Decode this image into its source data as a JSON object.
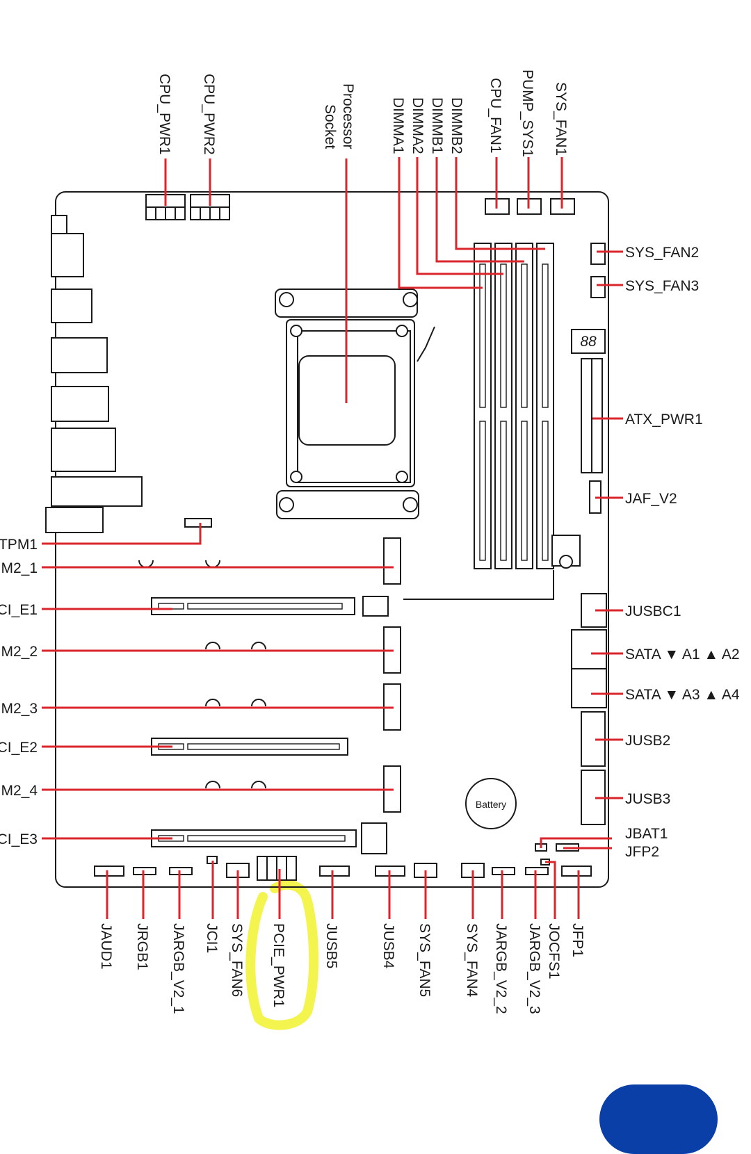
{
  "diagram": {
    "top_labels": {
      "cpu_pwr1": "CPU_PWR1",
      "cpu_pwr2": "CPU_PWR2",
      "processor_socket_line1": "Processor",
      "processor_socket_line2": "Socket",
      "dimma1": "DIMMA1",
      "dimma2": "DIMMA2",
      "dimmb1": "DIMMB1",
      "dimmb2": "DIMMB2",
      "cpu_fan1": "CPU_FAN1",
      "pump_sys1": "PUMP_SYS1",
      "sys_fan1": "SYS_FAN1"
    },
    "right_labels": {
      "sys_fan2": "SYS_FAN2",
      "sys_fan3": "SYS_FAN3",
      "atx_pwr1": "ATX_PWR1",
      "jaf_v2": "JAF_V2",
      "jusbc1": "JUSBC1",
      "sata_a1_a2": "SATA ▼ A1 ▲ A2",
      "sata_a3_a4": "SATA ▼ A3 ▲ A4",
      "jusb2": "JUSB2",
      "jusb3": "JUSB3",
      "jbat1": "JBAT1",
      "jfp2": "JFP2"
    },
    "left_labels": {
      "tpm1": "TPM1",
      "m2_1": "M2_1",
      "pci_e1": "CI_E1",
      "m2_2": "M2_2",
      "m2_3": "M2_3",
      "pci_e2": "CI_E2",
      "m2_4": "M2_4",
      "pci_e3": "CI_E3"
    },
    "bottom_labels": {
      "jaud1": "JAUD1",
      "jrgb1": "JRGB1",
      "jargb_v2_1": "JARGB_V2_1",
      "jci1": "JCI1",
      "sys_fan6": "SYS_FAN6",
      "pcie_pwr1": "PCIE_PWR1",
      "jusb5": "JUSB5",
      "jusb4": "JUSB4",
      "sys_fan5": "SYS_FAN5",
      "sys_fan4": "SYS_FAN4",
      "jargb_v2_2": "JARGB_V2_2",
      "jargb_v2_3": "JARGB_V2_3",
      "jocfs1": "JOCFS1",
      "jfp1": "JFP1"
    },
    "board_text": {
      "battery": "Battery",
      "debug_led": "88"
    },
    "colors": {
      "leader_line": "#d9252b",
      "highlight": "#f2f230",
      "fab": "#0a3fa8"
    }
  }
}
